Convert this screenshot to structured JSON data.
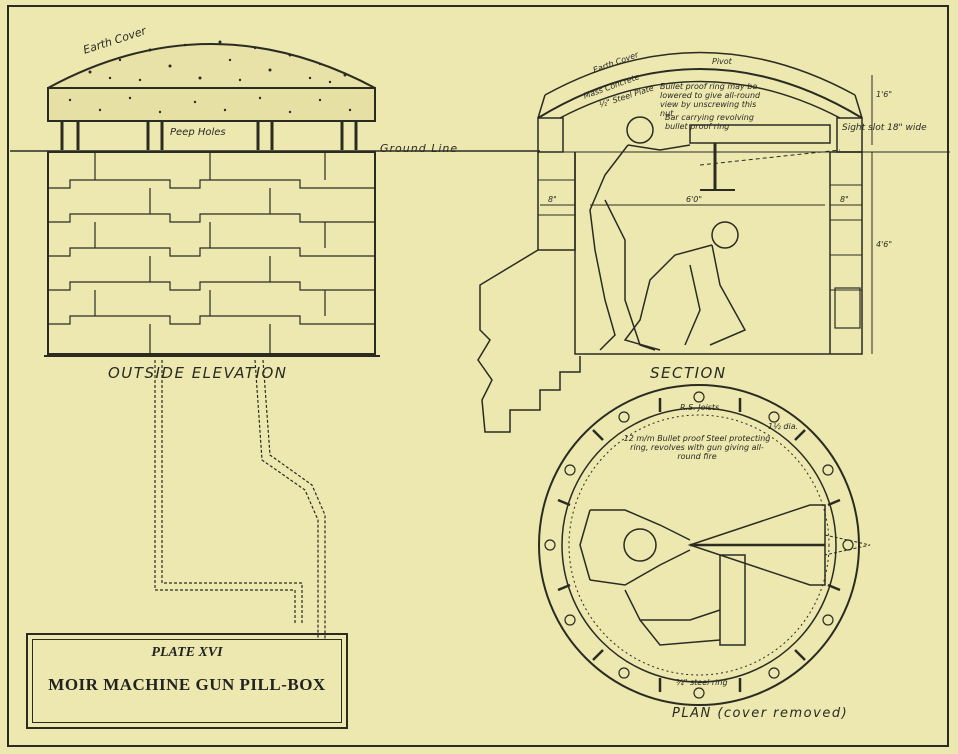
{
  "plate": {
    "number": "PLATE XVI",
    "title": "MOIR MACHINE GUN PILL-BOX"
  },
  "elevation": {
    "caption": "OUTSIDE ELEVATION",
    "earth_cover": "Earth Cover",
    "peep_holes": "Peep Holes",
    "ground_line": "Ground Line"
  },
  "section": {
    "caption": "SECTION",
    "earth_cover": "Earth Cover",
    "mass_concrete": "Mass Concrete",
    "pivot": "Pivot",
    "steel_plate": "½\" Steel Plate",
    "bullet_ring_note": "Bullet proof ring may be lowered to give all-round view by unscrewing this nut",
    "bar_note": "Bar carrying revolving bullet proof ring",
    "sight_slot": "Sight slot 18\" wide",
    "dim_wall_left": "8\"",
    "dim_width": "6'0\"",
    "dim_wall_right": "8\"",
    "dim_height": "4'6\"",
    "dim_top": "1'6\""
  },
  "plan": {
    "caption": "PLAN (cover removed)",
    "ring_note": "12 m/m Bullet proof Steel protecting ring, revolves with gun giving all-round fire",
    "rs_joists": "R.S. Joists",
    "dia": "1½ dia.",
    "steel_ring": "¾\" steel ring"
  },
  "colors": {
    "paper": "#ece8b0",
    "ink": "#2b2b22"
  }
}
